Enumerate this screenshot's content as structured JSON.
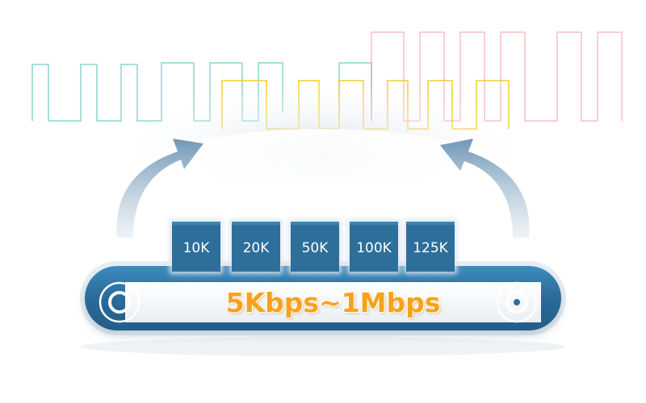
{
  "speeds": [
    "10K",
    "20K",
    "50K",
    "100K",
    "125K"
  ],
  "rate_range": "5Kbps~1Mbps",
  "colors": {
    "belt": "#2d6f9a",
    "rate_text": "#f7a21b",
    "wave_teal": "#5cc6c0",
    "wave_yellow": "#f2d13a",
    "wave_pink": "#f3a0a8",
    "arrow": "#7fa3bf"
  }
}
